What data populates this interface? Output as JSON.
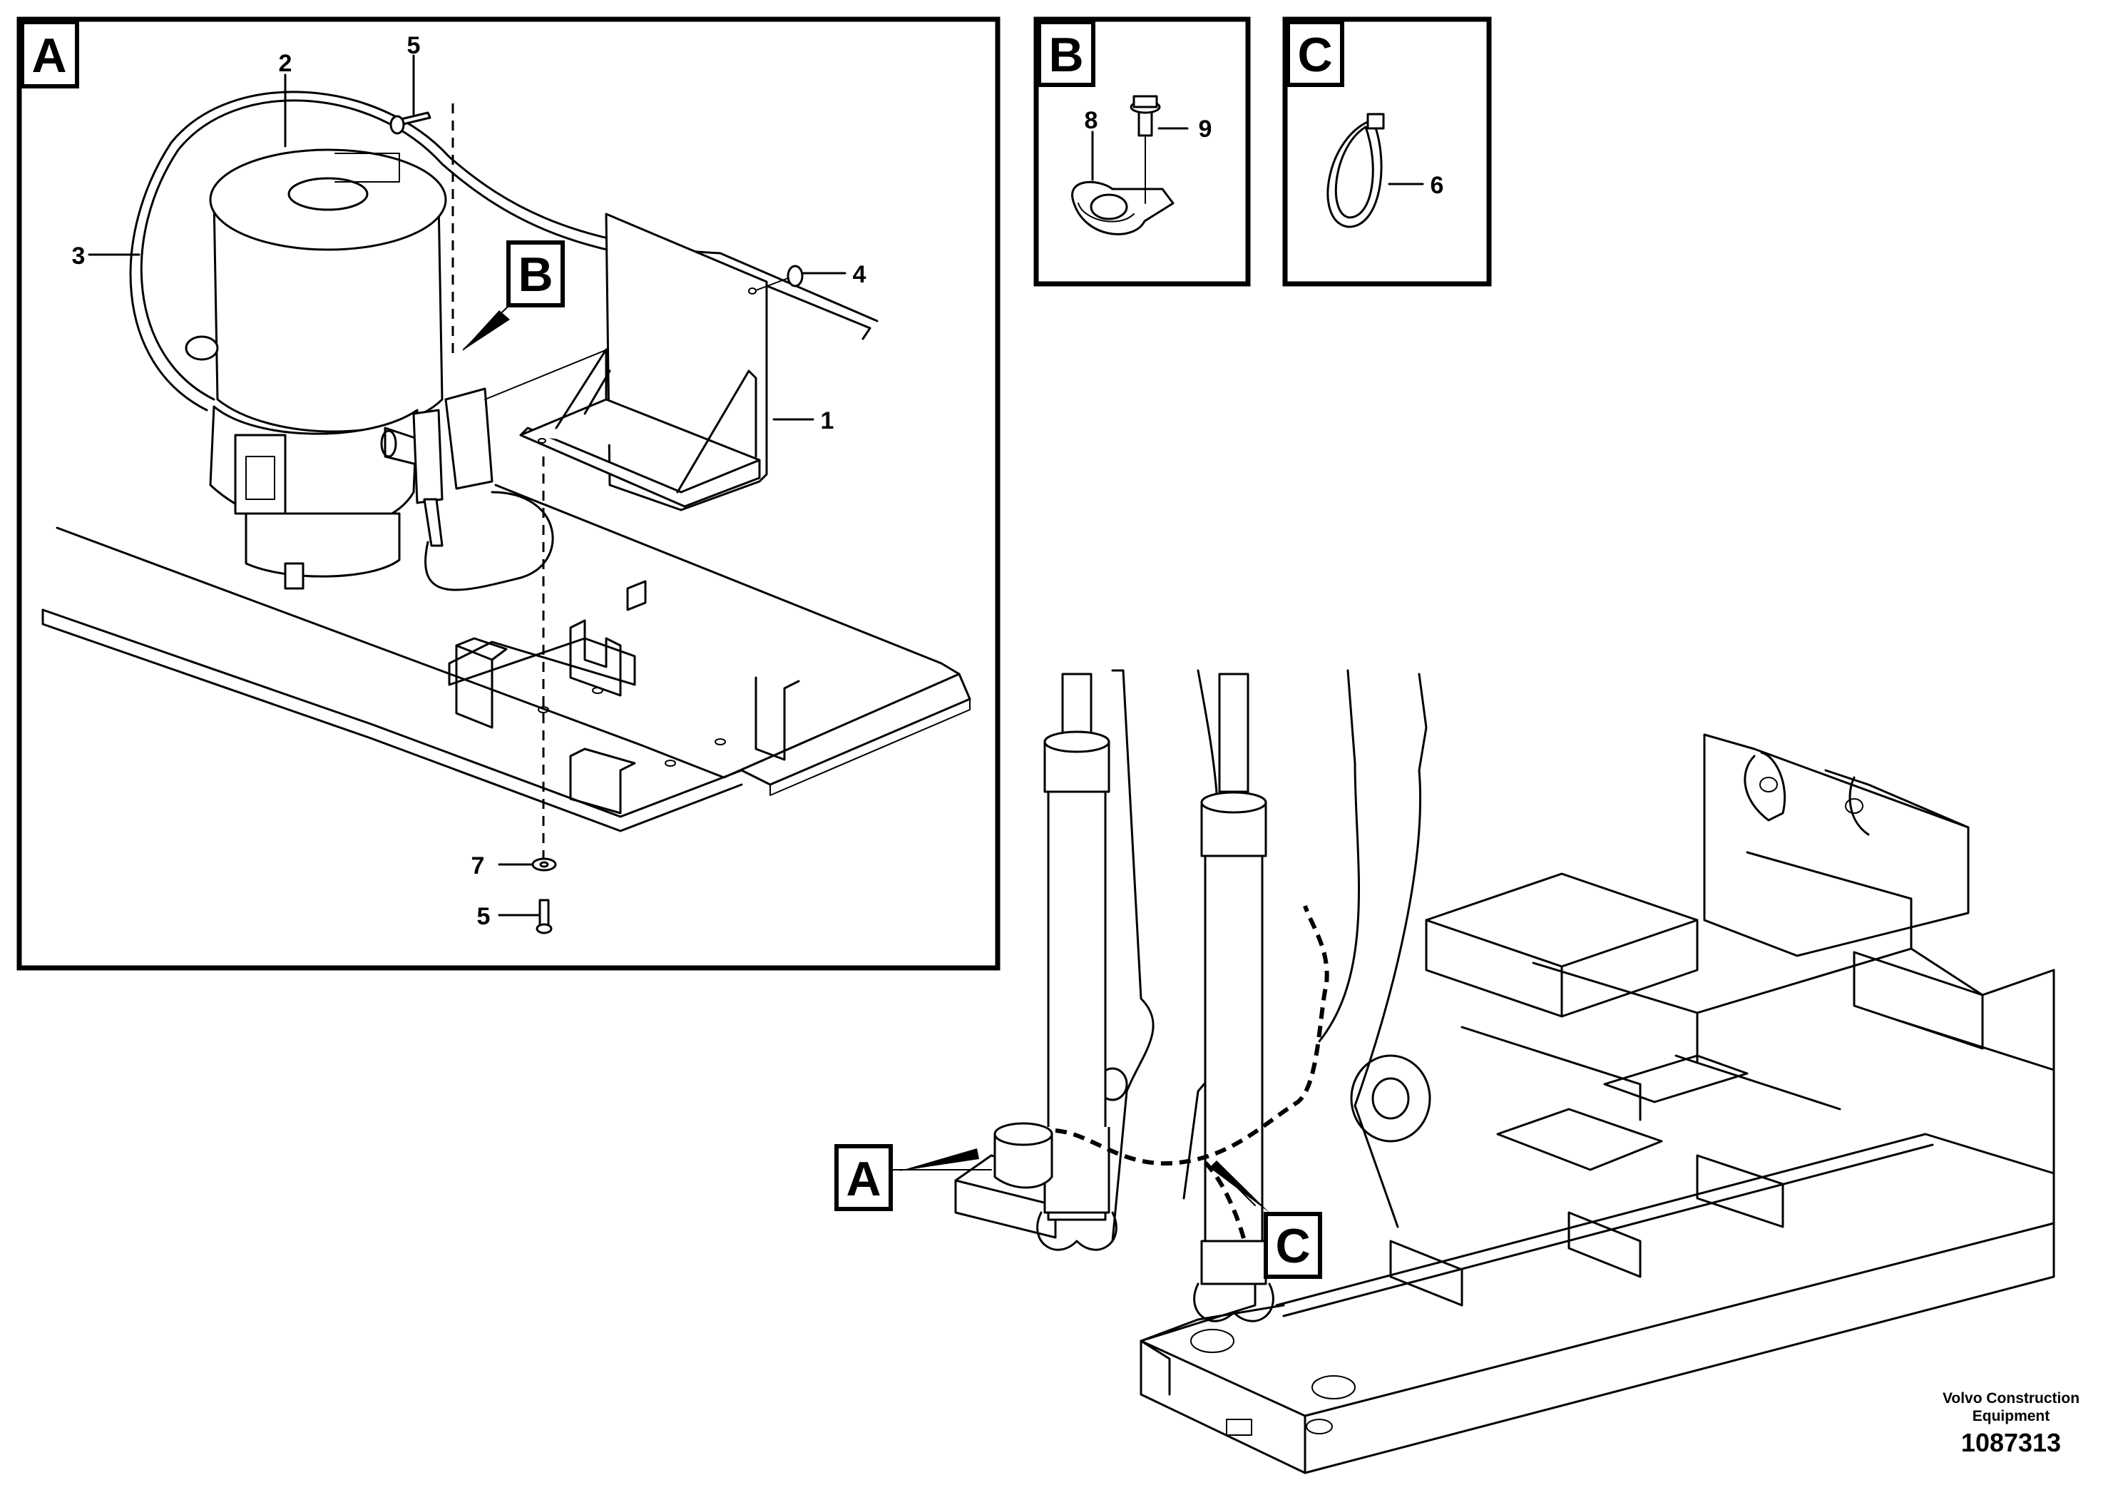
{
  "detail_boxes": {
    "a": {
      "letter": "A"
    },
    "b": {
      "letter": "B"
    },
    "c": {
      "letter": "C"
    }
  },
  "detail_callouts": {
    "b_in_a": "B",
    "a_on_machine": "A",
    "c_on_machine": "C"
  },
  "part_numbers": {
    "p1": "1",
    "p2": "2",
    "p3": "3",
    "p4": "4",
    "p5_top": "5",
    "p5_bottom": "5",
    "p6": "6",
    "p7": "7",
    "p8": "8",
    "p9": "9"
  },
  "footer": {
    "brand": "Volvo Construction Equipment",
    "document_number": "1087313"
  },
  "icons": [
    "lubrication-pump-icon",
    "mounting-bracket-icon",
    "hose-clamp-icon",
    "flange-bolt-icon",
    "cable-tie-icon",
    "machine-frame-icon"
  ]
}
